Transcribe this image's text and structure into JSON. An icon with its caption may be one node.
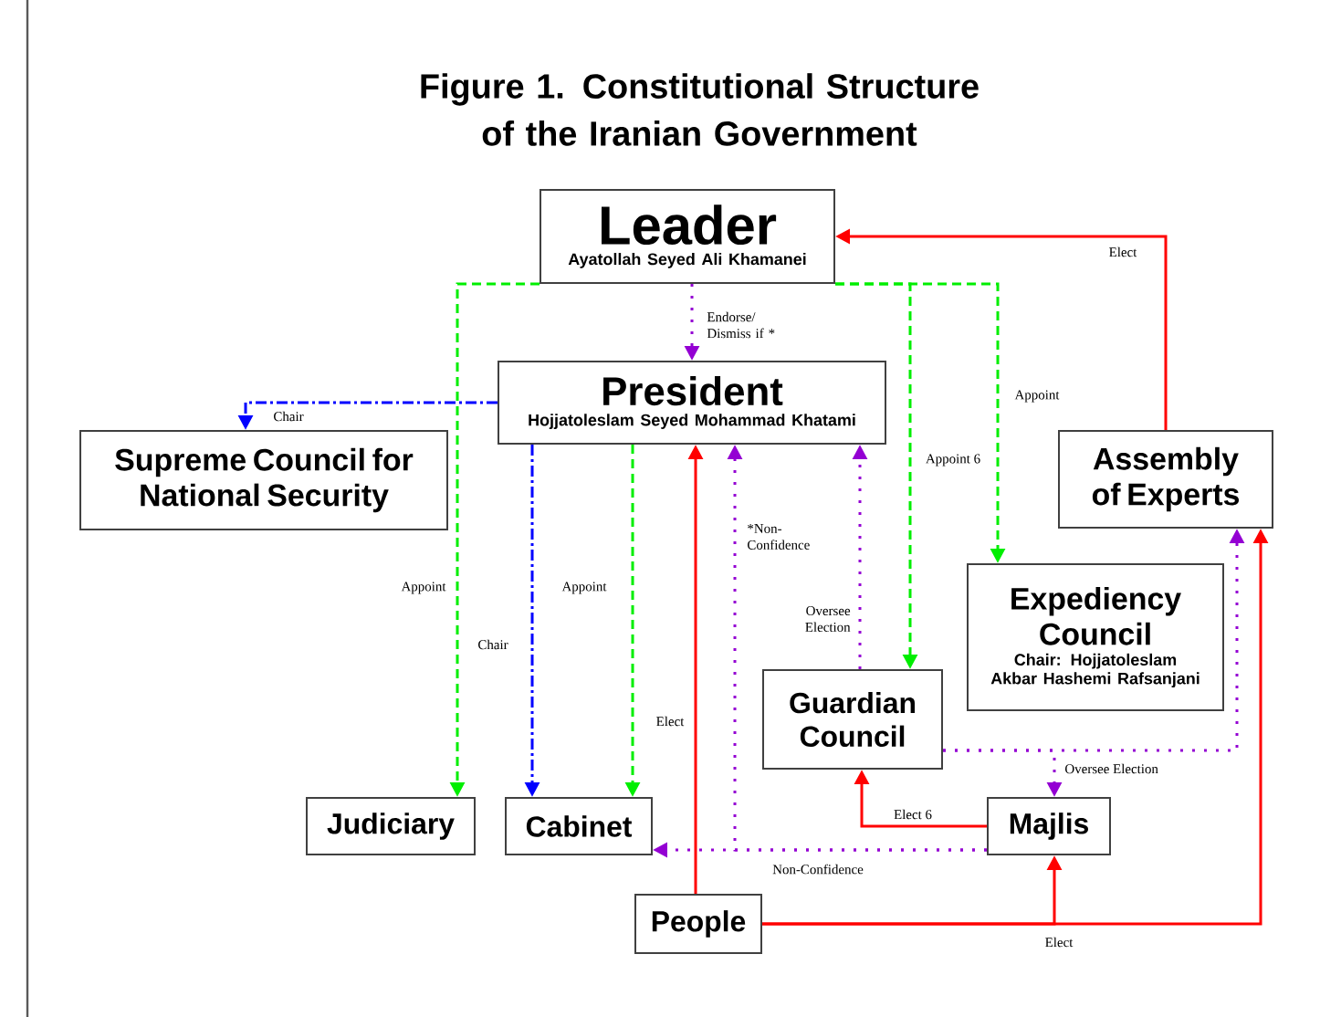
{
  "diagram": {
    "title": "Figure 1. Constitutional Structure of the Iranian Government",
    "nodes": [
      {
        "text": [
          "Leader",
          "Ayatollah Seyed Ali Khamanei"
        ]
      },
      {
        "text": [
          "President",
          "Hojjatoleslam Seyed Mohammad Khatami"
        ]
      },
      {
        "text": [
          "Supreme Council for National Security"
        ]
      },
      {
        "text": [
          "Assembly of Experts"
        ]
      },
      {
        "text": [
          "Expediency Council",
          "Chair: Hojjatoleslam Akbar Hashemi Rafsanjani"
        ]
      },
      {
        "text": [
          "Guardian Council"
        ]
      },
      {
        "text": [
          "Judiciary"
        ]
      },
      {
        "text": [
          "Cabinet"
        ]
      },
      {
        "text": [
          "Majlis"
        ]
      },
      {
        "text": [
          "People"
        ]
      }
    ],
    "edges": [
      {
        "from": 3,
        "to": 0,
        "arrow": "to",
        "label": "Elect",
        "color": "#ff0000"
      },
      {
        "from": 0,
        "to": 1,
        "arrow": "to",
        "label": "Endorse/ Dismiss if *",
        "style": "dashed",
        "color": "#9400d3"
      },
      {
        "from": 0,
        "to": 6,
        "arrow": "to",
        "label": "Appoint",
        "style": "dashed",
        "color": "#00ee00"
      },
      {
        "from": 0,
        "to": 5,
        "arrow": "to",
        "label": "Appoint 6",
        "style": "dashed",
        "color": "#00ee00"
      },
      {
        "from": 0,
        "to": 4,
        "arrow": "to",
        "label": "Appoint",
        "style": "dashed",
        "color": "#00ee00"
      },
      {
        "from": 1,
        "to": 2,
        "arrow": "to",
        "label": "Chair",
        "style": "dashed",
        "color": "#0000ff"
      },
      {
        "from": 1,
        "to": 7,
        "arrow": "to",
        "label": "Chair",
        "style": "dashed",
        "color": "#0000ff"
      },
      {
        "from": 1,
        "to": 7,
        "arrow": "to",
        "label": "Appoint",
        "style": "dashed",
        "color": "#00ee00"
      },
      {
        "from": 9,
        "to": 1,
        "arrow": "to",
        "label": "Elect",
        "color": "#ff0000"
      },
      {
        "from": 8,
        "to": 7,
        "arrow": "to",
        "label": "Non-Confidence",
        "style": "dashed",
        "color": "#9400d3"
      },
      {
        "from": 8,
        "to": 1,
        "arrow": "to",
        "label": "*Non-Confidence",
        "style": "dashed",
        "color": "#9400d3"
      },
      {
        "from": 5,
        "to": 1,
        "arrow": "to",
        "label": "Oversee Election",
        "style": "dashed",
        "color": "#9400d3"
      },
      {
        "from": 5,
        "to": 8,
        "arrow": "to",
        "label": "Oversee Election",
        "style": "dashed",
        "color": "#9400d3"
      },
      {
        "from": 5,
        "to": 3,
        "arrow": "to",
        "style": "dashed",
        "color": "#9400d3"
      },
      {
        "from": 8,
        "to": 5,
        "arrow": "to",
        "label": "Elect 6",
        "color": "#ff0000"
      },
      {
        "from": 9,
        "to": 8,
        "arrow": "to",
        "label": "Elect",
        "color": "#ff0000"
      },
      {
        "from": 9,
        "to": 3,
        "arrow": "to",
        "color": "#ff0000"
      }
    ]
  }
}
